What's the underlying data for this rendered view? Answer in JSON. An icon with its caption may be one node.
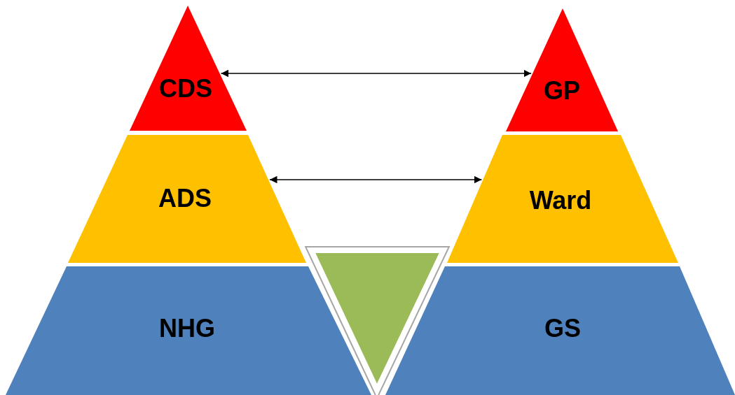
{
  "diagram": {
    "nodes": [
      {
        "text": [
          "CDS"
        ]
      },
      {
        "text": [
          "ADS"
        ]
      },
      {
        "text": [
          "NHG"
        ]
      },
      {
        "text": [
          "GP"
        ]
      },
      {
        "text": [
          "Ward"
        ]
      },
      {
        "text": [
          "GS"
        ]
      },
      {
        "text": [],
        "shape": "triangle"
      }
    ],
    "edges": [
      {
        "from": 0,
        "to": 3,
        "arrow": "both"
      },
      {
        "from": 1,
        "to": 4,
        "arrow": "both"
      }
    ]
  }
}
